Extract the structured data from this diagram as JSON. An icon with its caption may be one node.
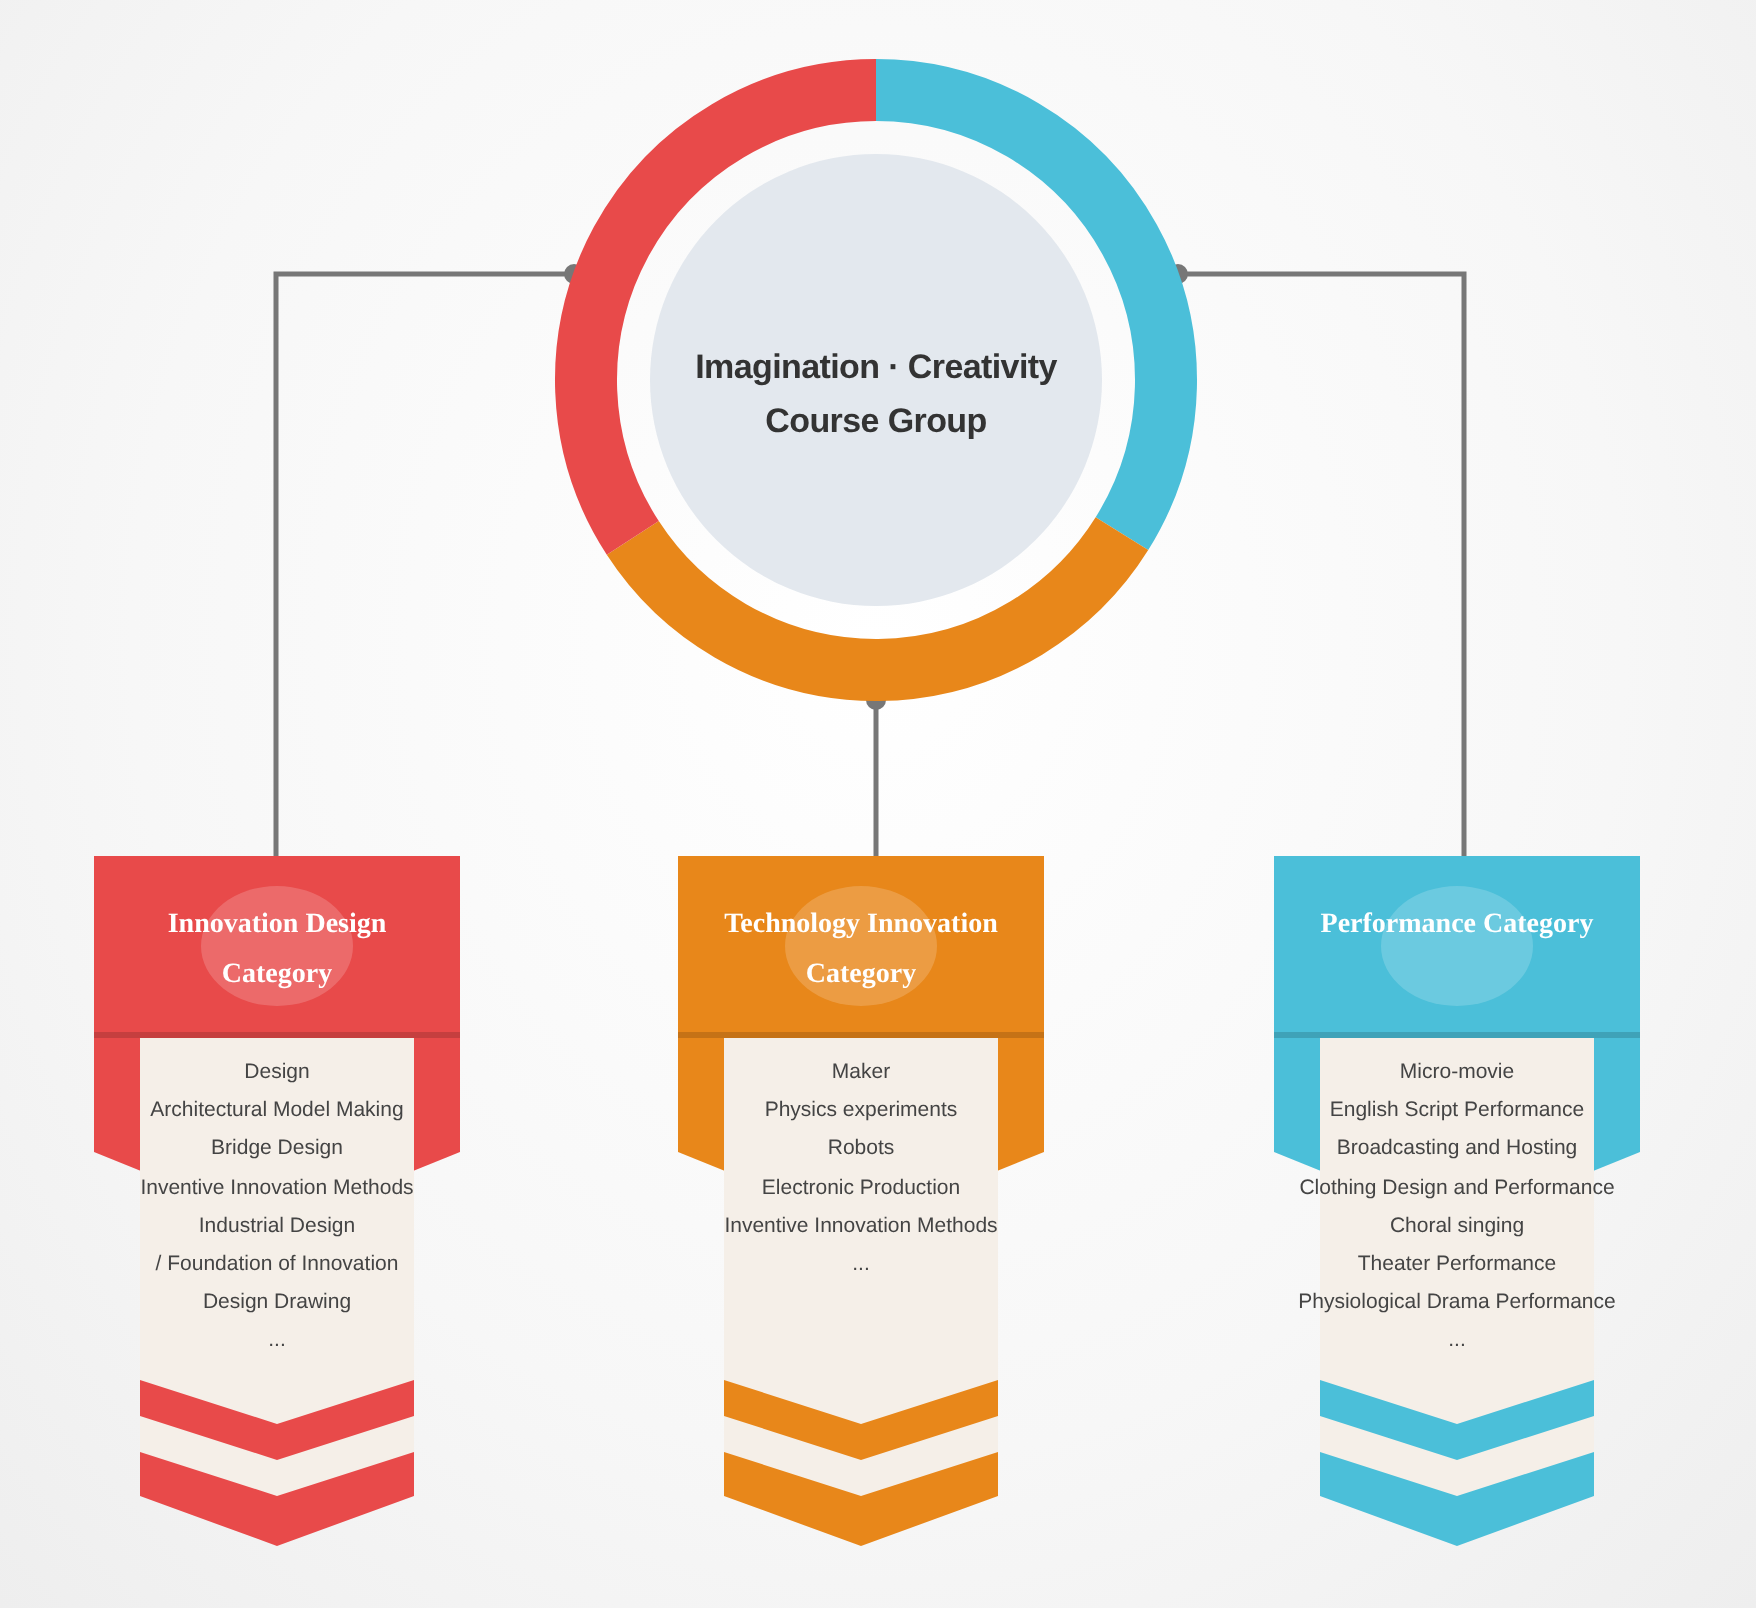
{
  "diagram": {
    "nodes": [
      {
        "text": [
          "Imagination · Creativity Course Group"
        ]
      },
      {
        "text": [
          "Innovation Design Category",
          "Design",
          "Architectural Model Making",
          "Bridge Design",
          "Inventive Innovation Methods",
          "Industrial Design",
          "/ Foundation of Innovation",
          "Design Drawing",
          "..."
        ]
      },
      {
        "text": [
          "Technology Innovation Category",
          "Maker",
          "Physics experiments",
          "Robots",
          "Electronic Production",
          "Inventive Innovation Methods",
          "..."
        ]
      },
      {
        "text": [
          "Performance Category",
          "Micro-movie",
          "English Script Performance",
          "Broadcasting and Hosting",
          "Clothing Design and Performance",
          "Choral singing",
          "Theater Performance",
          "Physiological Drama Performance",
          "..."
        ]
      }
    ],
    "edges": [
      {
        "from": 0,
        "to": 1,
        "arrow": "other"
      },
      {
        "from": 0,
        "to": 2,
        "arrow": "other"
      },
      {
        "from": 0,
        "to": 3,
        "arrow": "other"
      }
    ]
  }
}
